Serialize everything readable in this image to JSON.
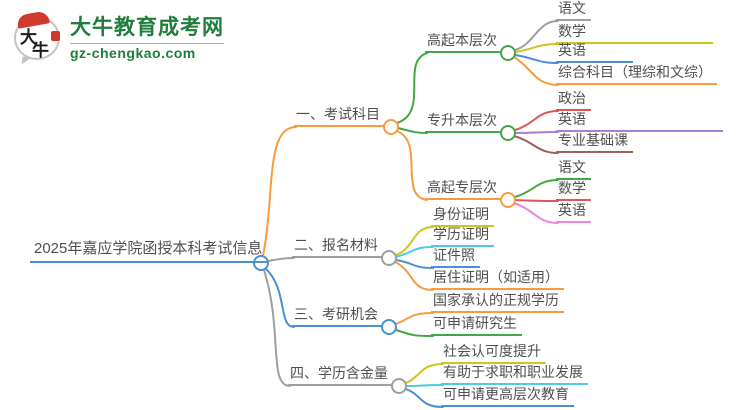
{
  "logo": {
    "icon_char1": "大",
    "icon_char2": "牛",
    "title": "大牛教育成考网",
    "domain": "gz-chengkao.com"
  },
  "root": {
    "label": "2025年嘉应学院函授本科考试信息"
  },
  "branches": [
    {
      "label": "一、考试科目",
      "children": [
        {
          "label": "高起本层次",
          "children": [
            {
              "label": "语文"
            },
            {
              "label": "数学"
            },
            {
              "label": "英语"
            },
            {
              "label": "综合科目（理综和文综）"
            }
          ]
        },
        {
          "label": "专升本层次",
          "children": [
            {
              "label": "政治"
            },
            {
              "label": "英语"
            },
            {
              "label": "专业基础课"
            }
          ]
        },
        {
          "label": "高起专层次",
          "children": [
            {
              "label": "语文"
            },
            {
              "label": "数学"
            },
            {
              "label": "英语"
            }
          ]
        }
      ]
    },
    {
      "label": "二、报名材料",
      "children": [
        {
          "label": "身份证明"
        },
        {
          "label": "学历证明"
        },
        {
          "label": "证件照"
        },
        {
          "label": "居住证明（如适用）"
        }
      ]
    },
    {
      "label": "三、考研机会",
      "children": [
        {
          "label": "国家承认的正规学历"
        },
        {
          "label": "可申请研究生"
        }
      ]
    },
    {
      "label": "四、学历含金量",
      "children": [
        {
          "label": "社会认可度提升"
        },
        {
          "label": "有助于求职和职业发展"
        },
        {
          "label": "可申请更高层次教育"
        }
      ]
    }
  ],
  "colors": {
    "orange": "#f79b3c",
    "gray": "#9e9e9e",
    "blue": "#4a90d2",
    "green": "#43a843",
    "yellow": "#cfc41f",
    "cyan": "#4ec9ec",
    "red": "#e05454",
    "purple": "#a87ddb",
    "brown": "#9e5f55",
    "magenta": "#ef83dd",
    "text": "#4f4f4f",
    "logo_green": "#1e7e3a",
    "logo_red": "#d03a2a"
  }
}
